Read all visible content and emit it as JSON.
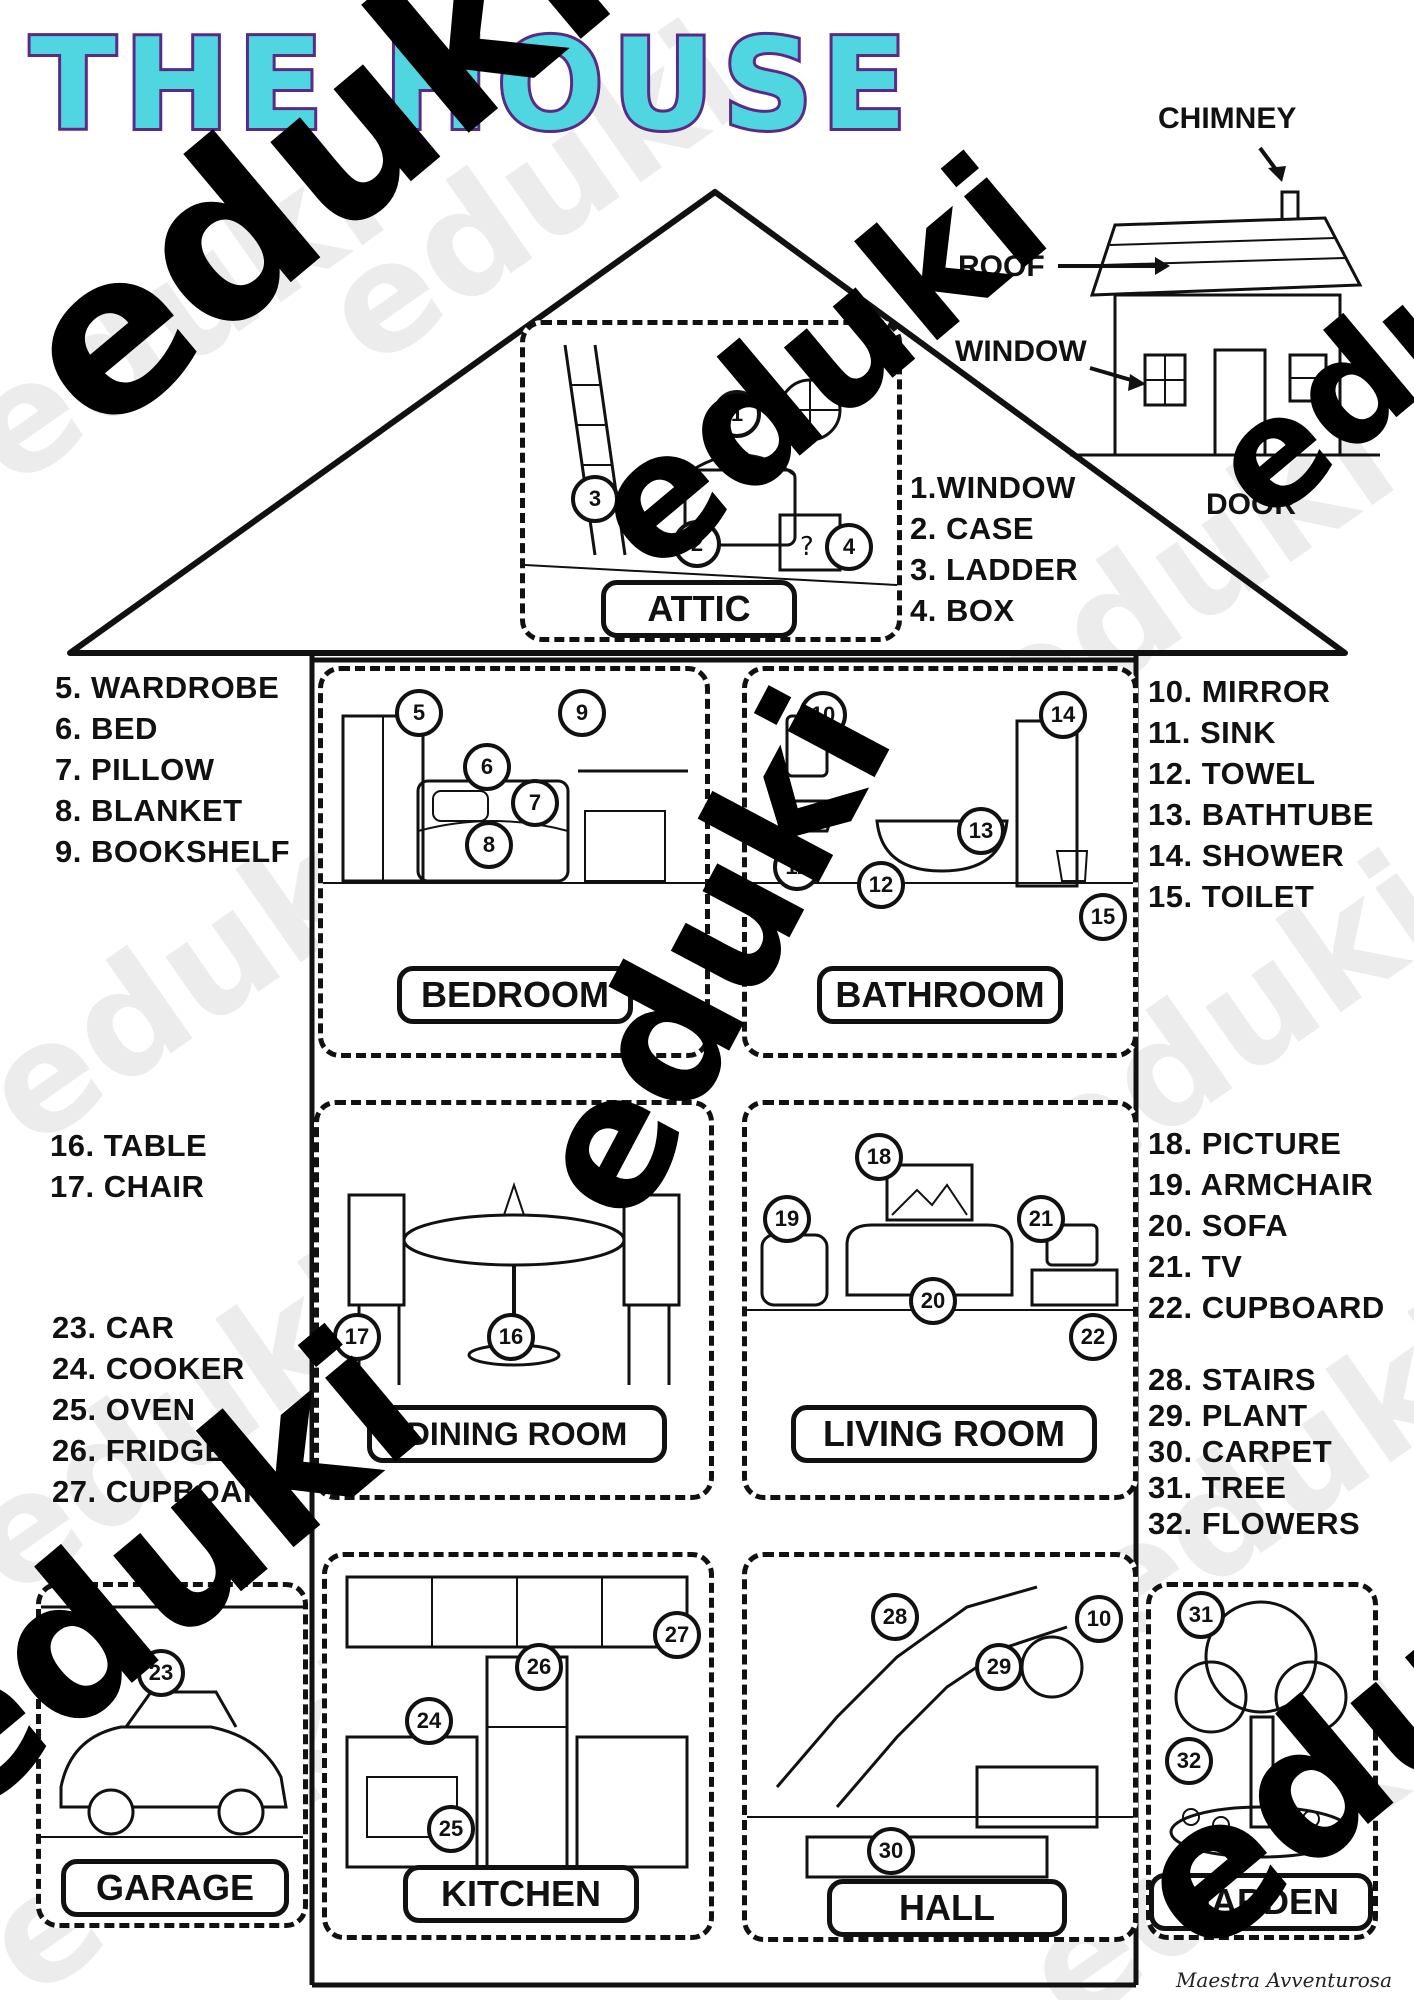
{
  "title": "THE HOUSE",
  "mini_house": {
    "chimney": "CHIMNEY",
    "roof": "ROOF",
    "window": "WINDOW",
    "door": "DOOR"
  },
  "rooms": {
    "attic": "ATTIC",
    "bedroom": "BEDROOM",
    "bathroom": "BATHROOM",
    "dining_room": "DINING ROOM",
    "living_room": "LIVING ROOM",
    "garage": "GARAGE",
    "kitchen": "KITCHEN",
    "hall": "HALL",
    "garden": "GARDEN"
  },
  "vocab": {
    "attic": [
      "1.WINDOW",
      "2. CASE",
      "3. LADDER",
      "4. BOX"
    ],
    "bedroom": [
      "5. WARDROBE",
      "6. BED",
      "7. PILLOW",
      "8. BLANKET",
      "9. BOOKSHELF"
    ],
    "bathroom": [
      "10. MIRROR",
      "11. SINK",
      "12. TOWEL",
      "13. BATHTUBE",
      "14. SHOWER",
      "15. TOILET"
    ],
    "dining": [
      "16. TABLE",
      "17. CHAIR"
    ],
    "living": [
      "18. PICTURE",
      "19. ARMCHAIR",
      "20. SOFA",
      "21. TV",
      "22. CUPBOARD"
    ],
    "kitchen_garage": [
      "23. CAR",
      "24. COOKER",
      "25. OVEN",
      "26. FRIDGE",
      "27. CUPBOARD"
    ],
    "hall_garden": [
      "28. STAIRS",
      "29. PLANT",
      "30. CARPET",
      "31. TREE",
      "32. FLOWERS"
    ]
  },
  "markers": {
    "attic": [
      "1",
      "2",
      "3",
      "4"
    ],
    "bedroom": [
      "5",
      "6",
      "7",
      "8",
      "9"
    ],
    "bathroom": [
      "10",
      "11",
      "12",
      "13",
      "14",
      "15"
    ],
    "dining": [
      "16",
      "17"
    ],
    "living": [
      "18",
      "19",
      "20",
      "21",
      "22"
    ],
    "garage": [
      "23"
    ],
    "kitchen": [
      "24",
      "25",
      "26",
      "27"
    ],
    "hall": [
      "28",
      "29",
      "30",
      "10"
    ],
    "garden": [
      "31",
      "32"
    ]
  },
  "watermark": "eduki",
  "signature": "Maestra Avventurosa"
}
